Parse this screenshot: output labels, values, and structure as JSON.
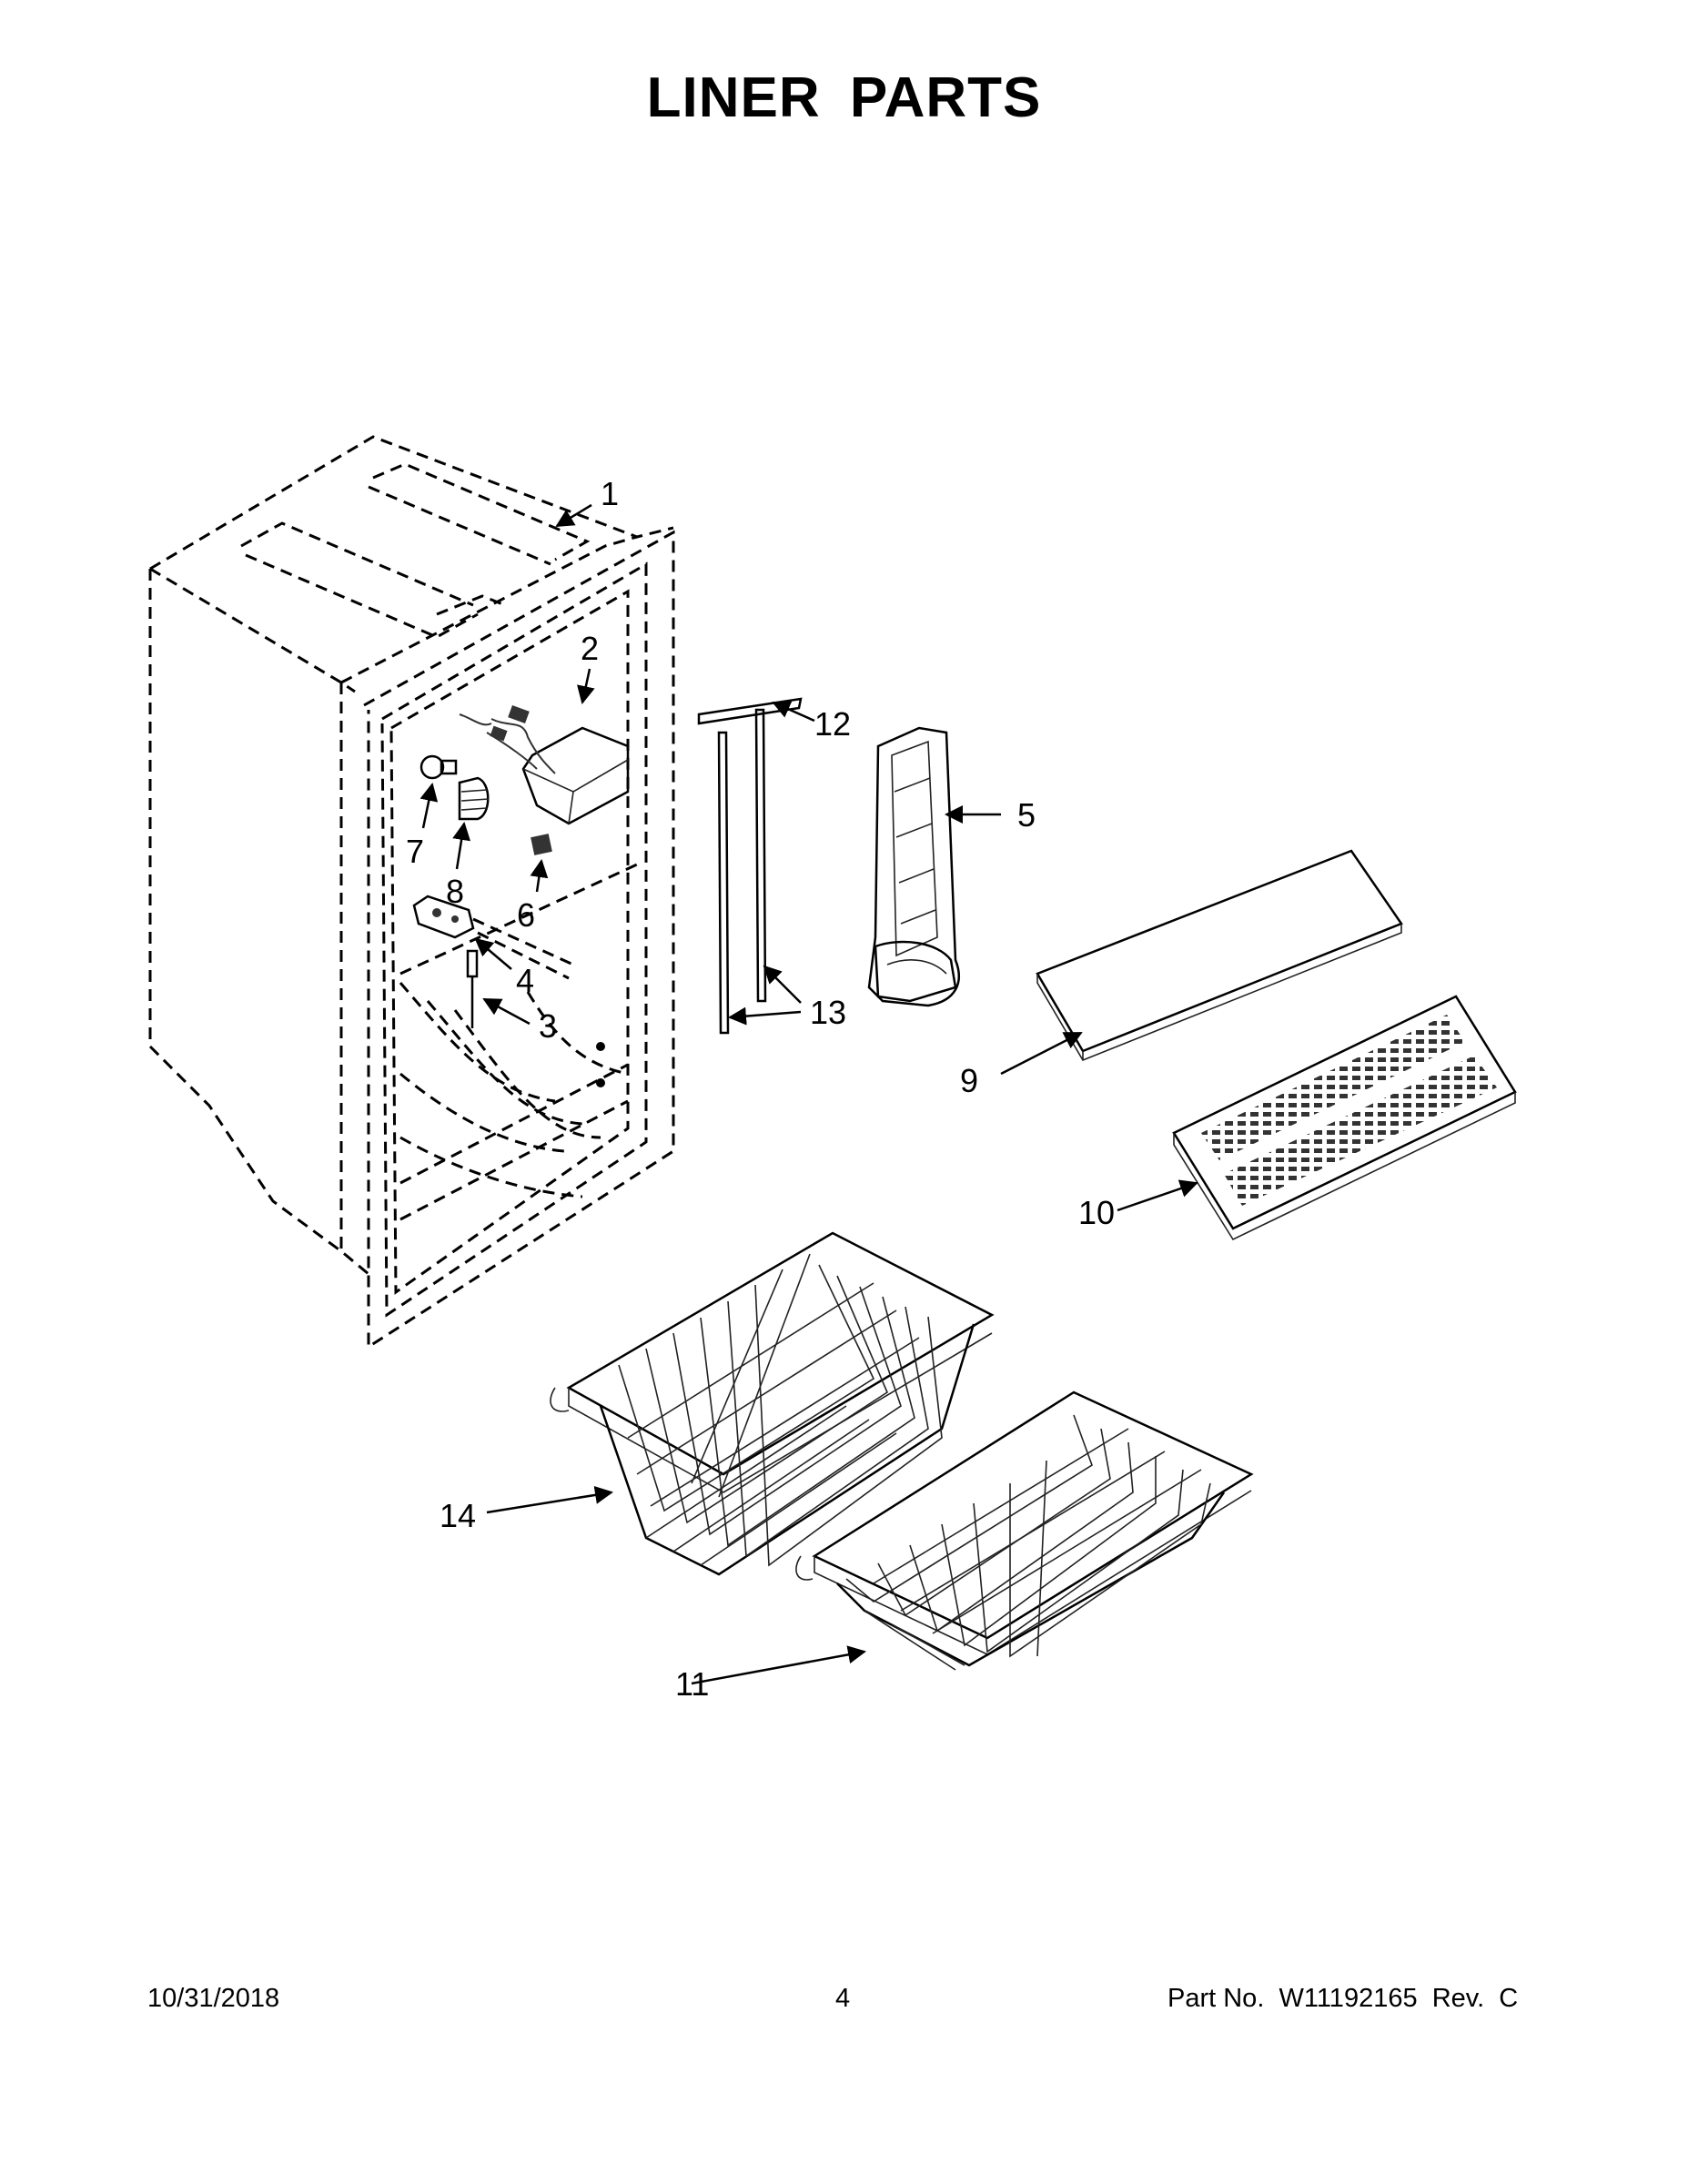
{
  "title": "LINER PARTS",
  "callouts": [
    {
      "id": "1",
      "label": "1"
    },
    {
      "id": "2",
      "label": "2"
    },
    {
      "id": "3",
      "label": "3"
    },
    {
      "id": "4",
      "label": "4"
    },
    {
      "id": "5",
      "label": "5"
    },
    {
      "id": "6",
      "label": "6"
    },
    {
      "id": "7",
      "label": "7"
    },
    {
      "id": "8",
      "label": "8"
    },
    {
      "id": "9",
      "label": "9"
    },
    {
      "id": "10",
      "label": "10"
    },
    {
      "id": "11",
      "label": "11"
    },
    {
      "id": "12",
      "label": "12"
    },
    {
      "id": "13",
      "label": "13"
    },
    {
      "id": "14",
      "label": "14"
    }
  ],
  "footer": {
    "date": "10/31/2018",
    "page": "4",
    "part_no": "Part No.  W11192165  Rev.  C"
  }
}
